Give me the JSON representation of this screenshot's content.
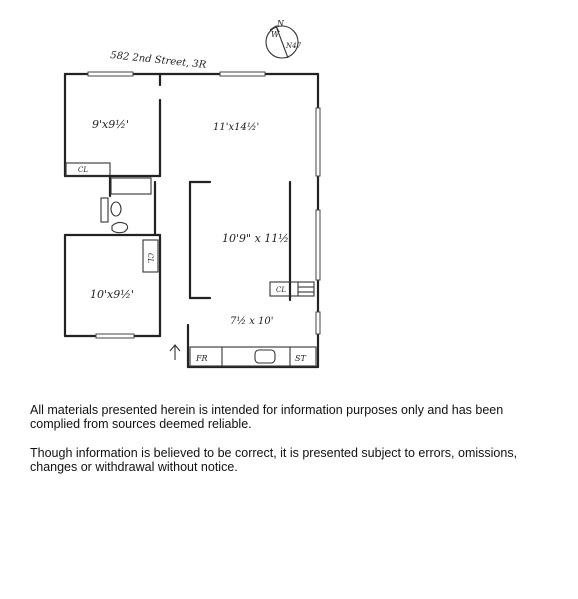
{
  "plan": {
    "address": "582 2nd Street, 3R",
    "compass_n": "N",
    "compass_w": "W",
    "compass_a": "N47",
    "rooms": {
      "bedroom_top": "9'x9½'",
      "living": "11'x14½'",
      "center": "10'9\" x 11½'",
      "bedroom_bottom": "10'x9½'",
      "kitchen": "7½ x 10'"
    },
    "labels": {
      "closet_1": "CL",
      "closet_2": "CL",
      "closet_3": "CL",
      "fridge": "FR",
      "stove": "ST"
    }
  },
  "disclaimer": {
    "line1": "All materials presented herein is intended for information purposes only and has been complied from sources deemed reliable.",
    "line2": "Though information is believed to be correct, it is presented subject to errors, omissions, changes or withdrawal without notice."
  },
  "colors": {
    "ink": "#222222",
    "text": "#111111",
    "background": "#ffffff"
  }
}
